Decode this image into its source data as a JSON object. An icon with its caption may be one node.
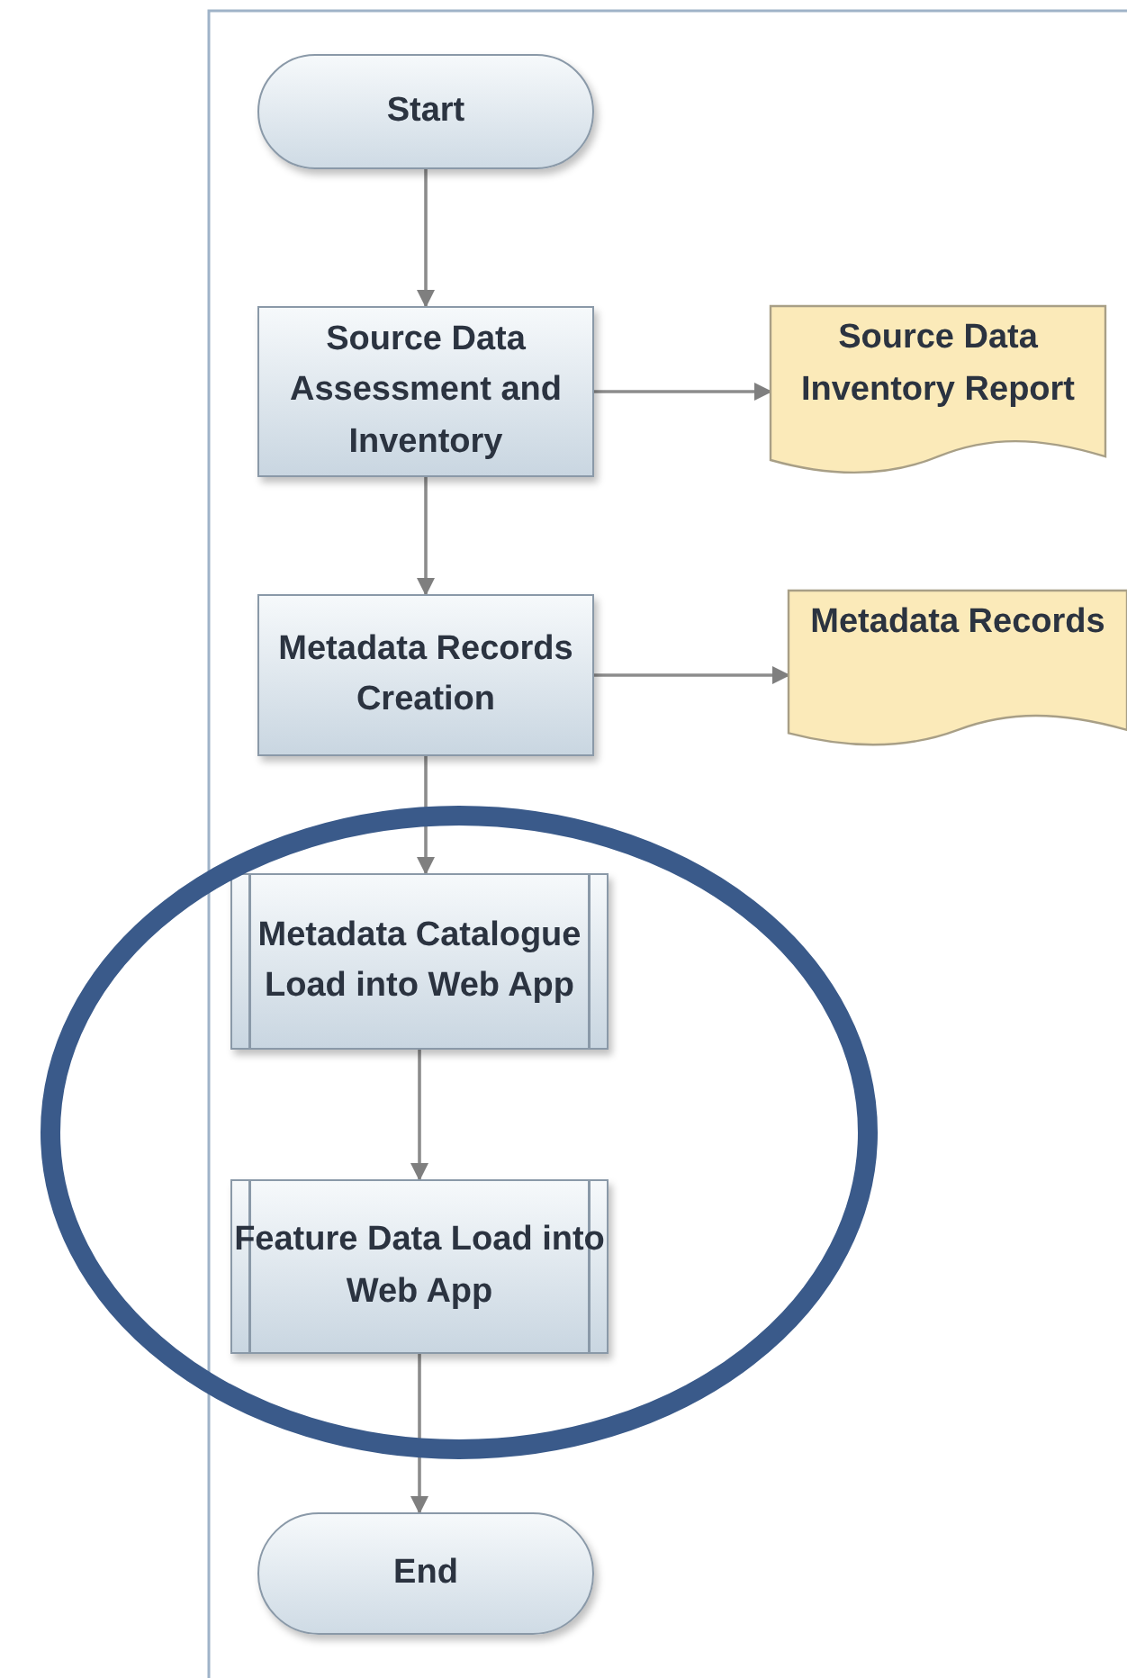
{
  "diagram": {
    "nodes": [
      {
        "text": [
          "Start"
        ]
      },
      {
        "text": [
          "Source Data Assessment and Inventory"
        ]
      },
      {
        "text": [
          "Source Data Inventory Report"
        ]
      },
      {
        "text": [
          "Metadata Records Creation"
        ]
      },
      {
        "text": [
          "Metadata Records"
        ]
      },
      {
        "text": [
          "Metadata Catalogue Load into Web App"
        ]
      },
      {
        "text": [
          "Feature Data Load into Web App"
        ]
      },
      {
        "text": [
          "End"
        ]
      }
    ],
    "edges": [
      {
        "from": 0,
        "to": 1,
        "arrow": "to"
      },
      {
        "from": 1,
        "to": 2,
        "arrow": "to"
      },
      {
        "from": 1,
        "to": 3,
        "arrow": "to"
      },
      {
        "from": 3,
        "to": 4,
        "arrow": "to"
      },
      {
        "from": 3,
        "to": 5,
        "arrow": "to"
      },
      {
        "from": 5,
        "to": 6,
        "arrow": "to"
      },
      {
        "from": 6,
        "to": 7,
        "arrow": "to"
      }
    ]
  }
}
